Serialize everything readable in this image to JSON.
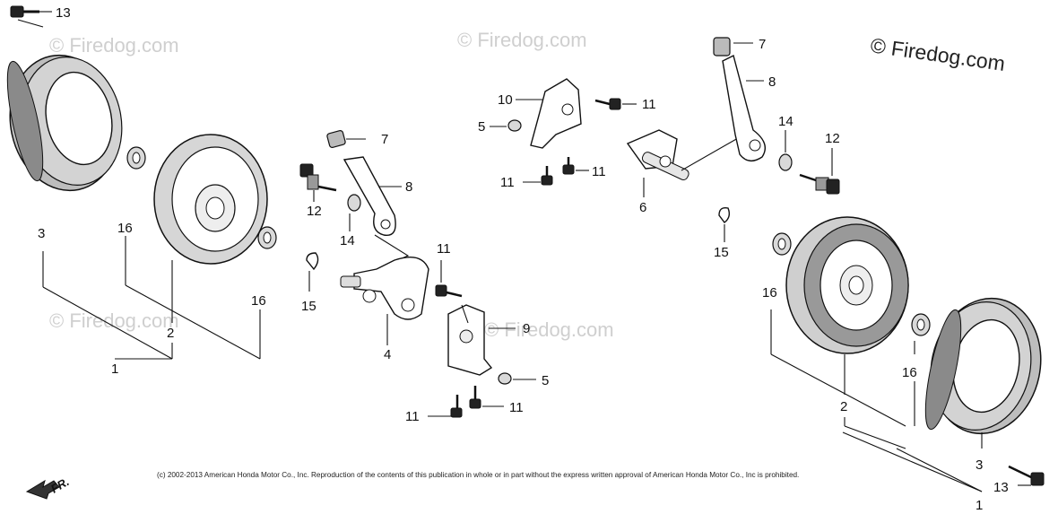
{
  "watermarks": {
    "main": "© Firedog.com",
    "faint": [
      "© Firedog.com",
      "© Firedog.com",
      "© Firedog.com",
      "© Firedog.com"
    ]
  },
  "copyright": "(c) 2002-2013 American Honda Motor Co., Inc. Reproduction of the contents of this publication in whole or in part without the express written approval of American Honda Motor Co., Inc is prohibited.",
  "direction_indicator": "FR.",
  "part_labels": {
    "p13_top": "13",
    "p3_left": "3",
    "p16_left_a": "16",
    "p16_left_b": "16",
    "p2_left": "2",
    "p1_left": "1",
    "p7_left": "7",
    "p8_left": "8",
    "p12_left": "12",
    "p14_left": "14",
    "p15_left": "15",
    "p11_mid": "11",
    "p4": "4",
    "p9": "9",
    "p5_mid": "5",
    "p11_bot_a": "11",
    "p11_bot_b": "11",
    "p10": "10",
    "p11_top": "11",
    "p5_top": "5",
    "p11_mid_a": "11",
    "p11_mid_b": "11",
    "p6": "6",
    "p7_right": "7",
    "p8_right": "8",
    "p14_right": "14",
    "p12_right": "12",
    "p15_right": "15",
    "p16_right_a": "16",
    "p16_right_b": "16",
    "p2_right": "2",
    "p3_right": "3",
    "p1_right": "1",
    "p13_bot": "13"
  }
}
